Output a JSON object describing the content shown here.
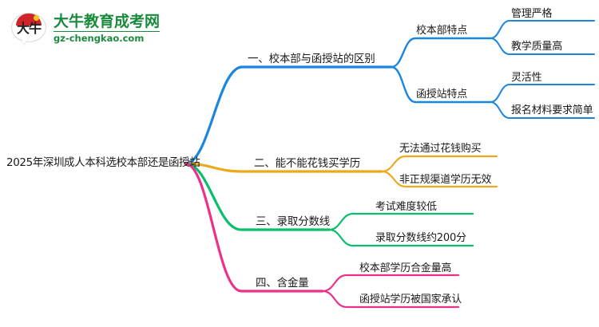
{
  "logo": {
    "mark_text": "大牛",
    "title": "大牛教育成考网",
    "subtitle": "gz-chengkao.com",
    "brand_color": "#1a8a3c",
    "mark_arc_color": "#d1232a"
  },
  "mindmap": {
    "root": {
      "label": "2025年深圳成人本科选校本部还是函授站"
    },
    "branches": [
      {
        "label": "一、校本部与函授站的区别",
        "color": "#1a86e0",
        "children": [
          {
            "label": "校本部特点",
            "children": [
              {
                "label": "管理严格"
              },
              {
                "label": "教学质量高"
              }
            ]
          },
          {
            "label": "函授站特点",
            "children": [
              {
                "label": "灵活性"
              },
              {
                "label": "报名材料要求简单"
              }
            ]
          }
        ]
      },
      {
        "label": "二、能不能花钱买学历",
        "color": "#eba91b",
        "children": [
          {
            "label": "无法通过花钱购买"
          },
          {
            "label": "非正规渠道学历无效"
          }
        ]
      },
      {
        "label": "三、录取分数线",
        "color": "#0abf6c",
        "children": [
          {
            "label": "考试难度较低"
          },
          {
            "label": "录取分数线约200分"
          }
        ]
      },
      {
        "label": "四、含金量",
        "color": "#ee3088",
        "children": [
          {
            "label": "校本部学历合金量高"
          },
          {
            "label": "函授站学历被国家承认"
          }
        ]
      }
    ]
  }
}
